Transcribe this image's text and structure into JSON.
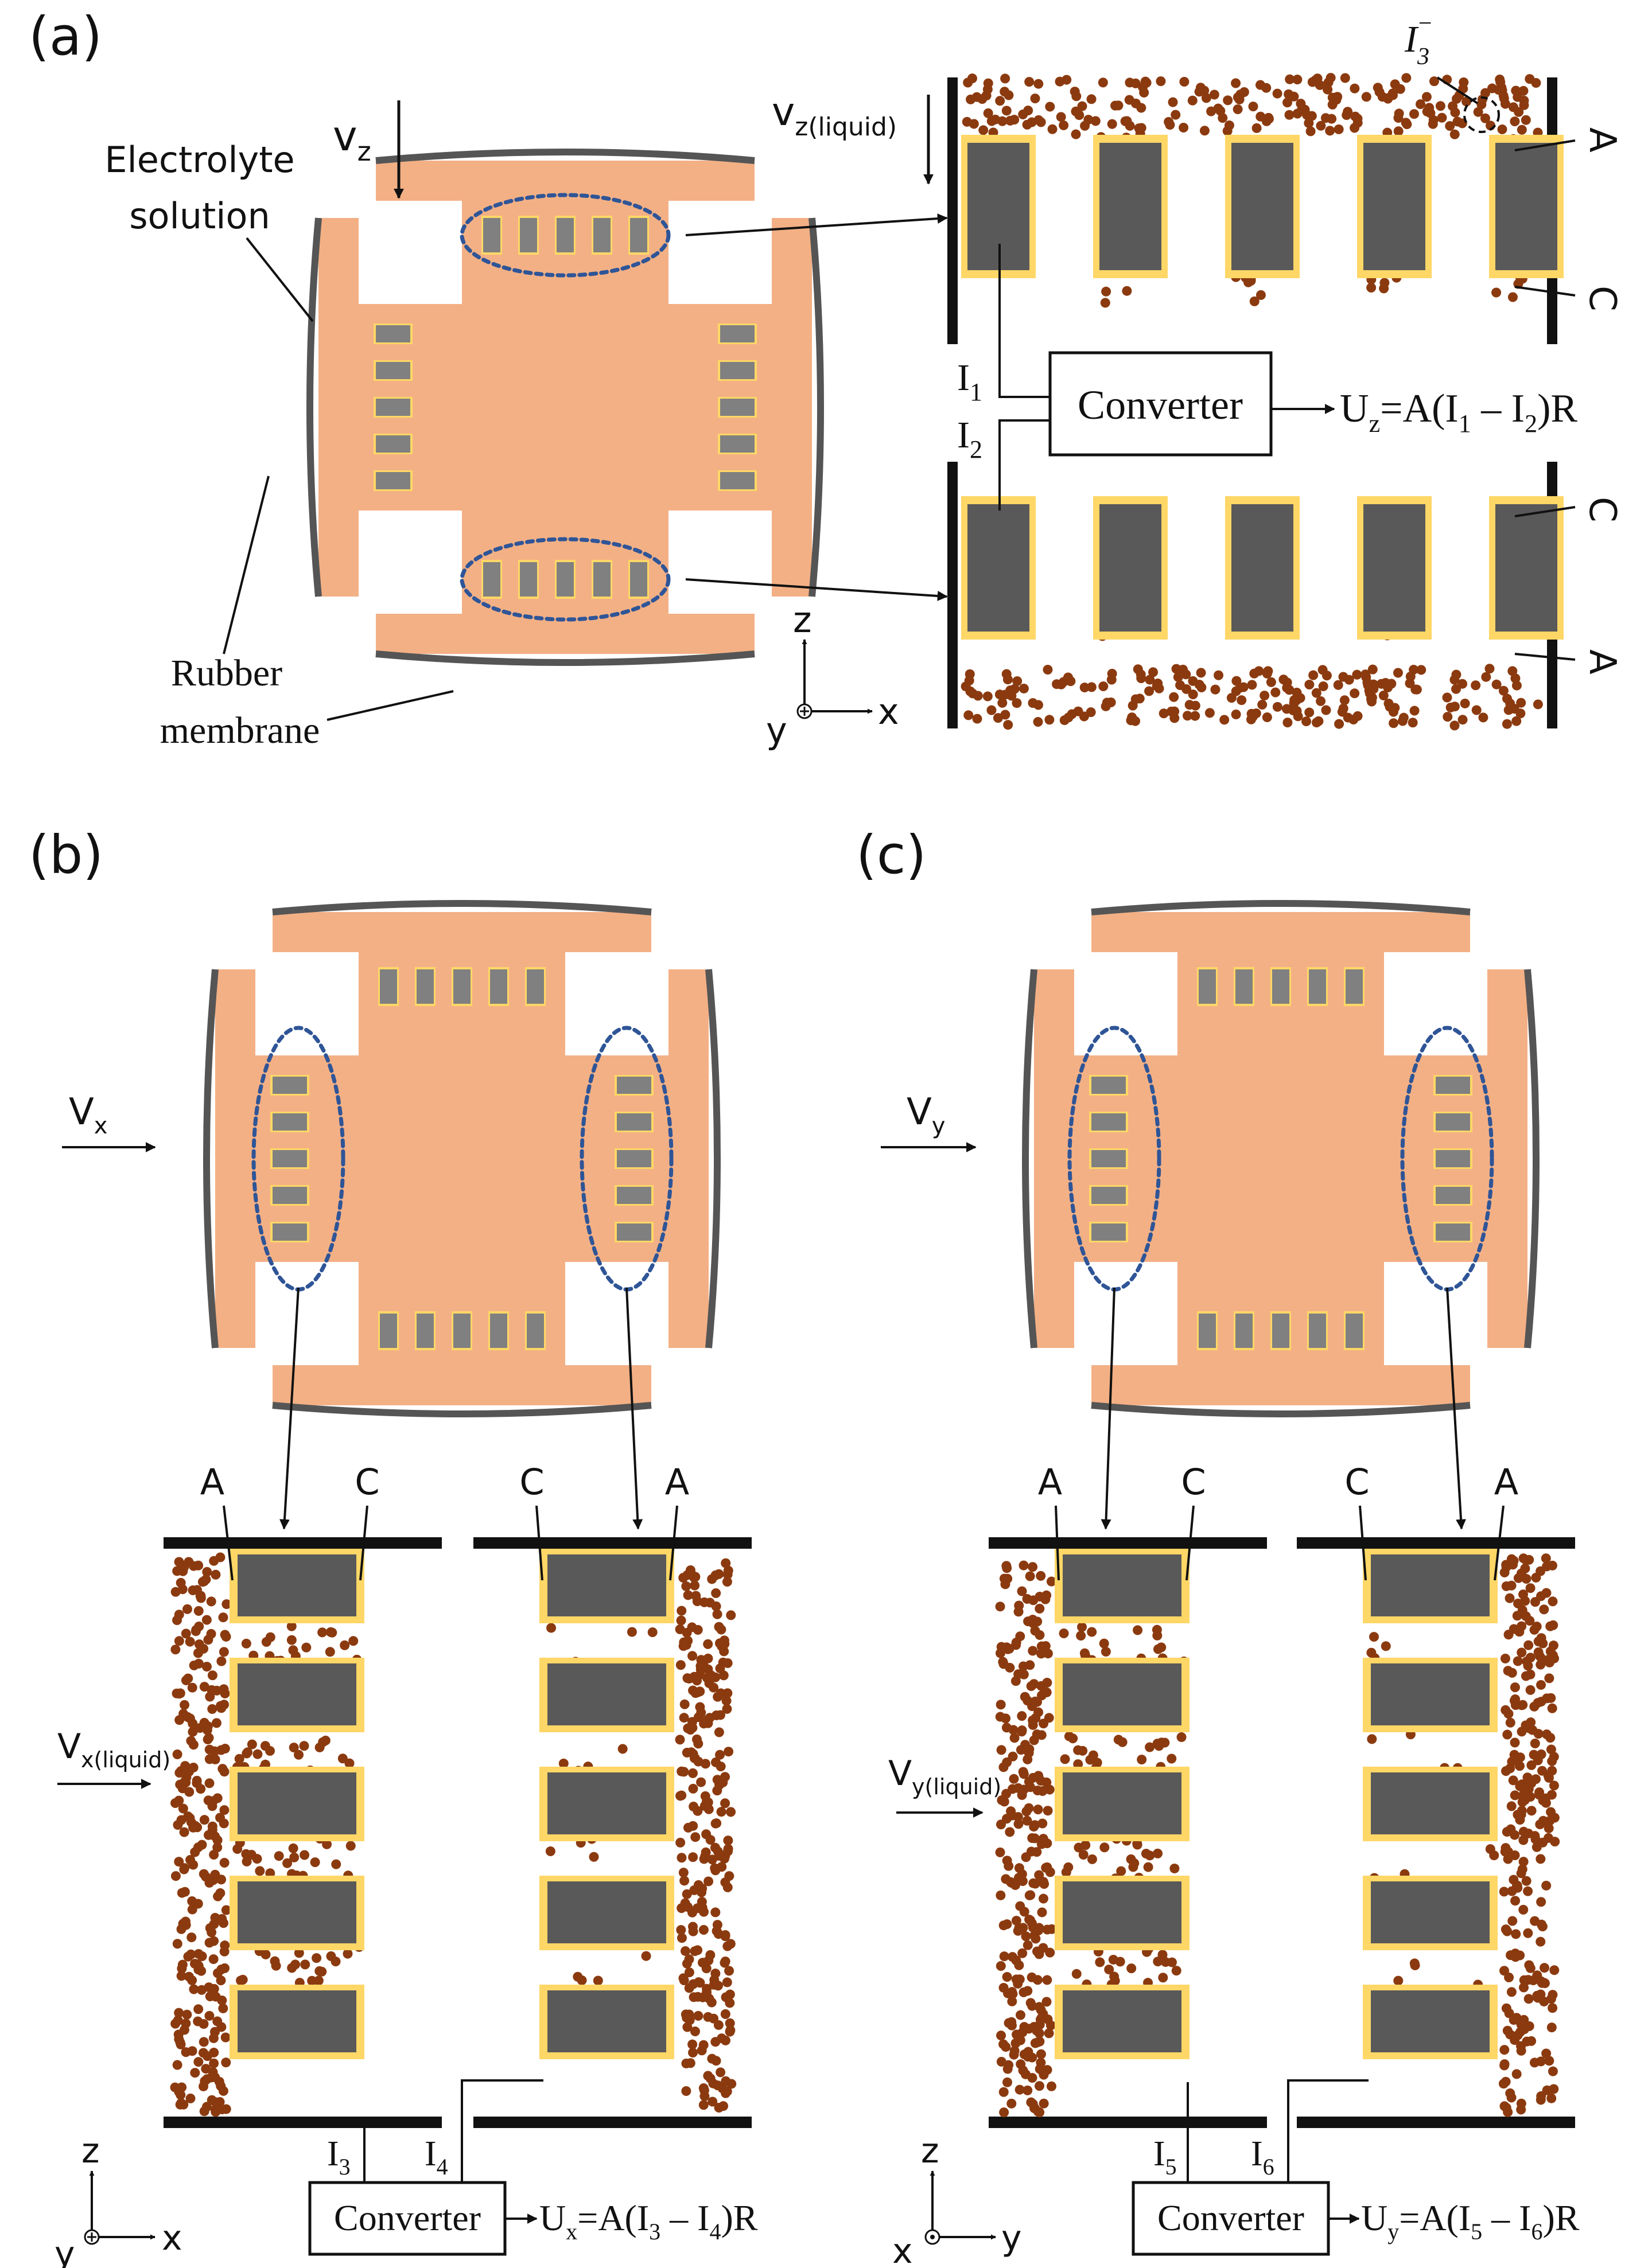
{
  "colors": {
    "electrolyte": "#F3B085",
    "membrane": "#555555",
    "electrode": "#595959",
    "electrode_small": "#808080",
    "coating": "#FFD766",
    "ion": "#8B3A0F",
    "ellipse": "#2F5597",
    "line": "#111111"
  },
  "panel_a": {
    "tag": "(a)",
    "vz": {
      "main": "v",
      "sub": "z"
    },
    "vz_liquid": {
      "main": "v",
      "sub": "z(liquid)"
    },
    "electrolyte_label_1": "Electrolyte",
    "electrolyte_label_2": "solution",
    "rubber_label_1": "Rubber",
    "rubber_label_2": "membrane",
    "ion": {
      "main": "I",
      "sub": "3",
      "sup": "−"
    },
    "top_labels": [
      "A",
      "C"
    ],
    "bottom_labels": [
      "C",
      "A"
    ],
    "i1": {
      "main": "I",
      "sub": "1"
    },
    "i2": {
      "main": "I",
      "sub": "2"
    },
    "converter": "Converter",
    "formula": [
      "U",
      "z",
      "=A(I",
      "1",
      " – I",
      "2",
      ")R"
    ],
    "axes": {
      "up": "z",
      "side": "x",
      "out": "y"
    }
  },
  "panel_b": {
    "tag": "(b)",
    "v_in": {
      "main": "V",
      "sub": "x"
    },
    "v_liquid": {
      "main": "V",
      "sub": "x(liquid)"
    },
    "left_labels": [
      "A",
      "C"
    ],
    "right_labels": [
      "C",
      "A"
    ],
    "i_left": {
      "main": "I",
      "sub": "3"
    },
    "i_right": {
      "main": "I",
      "sub": "4"
    },
    "converter": "Converter",
    "formula": [
      "U",
      "x",
      "=A(I",
      "3",
      " – I",
      "4",
      ")R"
    ],
    "axes": {
      "up": "z",
      "side": "x",
      "out": "y"
    }
  },
  "panel_c": {
    "tag": "(c)",
    "v_in": {
      "main": "V",
      "sub": "y"
    },
    "v_liquid": {
      "main": "V",
      "sub": "y(liquid)"
    },
    "left_labels": [
      "A",
      "C"
    ],
    "right_labels": [
      "C",
      "A"
    ],
    "i_left": {
      "main": "I",
      "sub": "5"
    },
    "i_right": {
      "main": "I",
      "sub": "6"
    },
    "converter": "Converter",
    "formula": [
      "U",
      "y",
      "=A(I",
      "5",
      " – I",
      "6",
      ")R"
    ],
    "axes": {
      "up": "z",
      "side": "y",
      "out": "x"
    }
  }
}
